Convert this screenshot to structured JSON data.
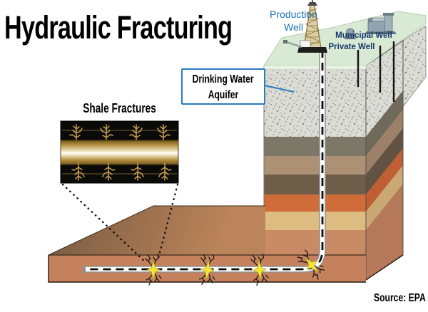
{
  "title": "Hydraulic Fracturing",
  "labels": {
    "production_well": "Production Well",
    "municipal_well": "Municipal Well",
    "private_well": "Private Well",
    "aquifer_line1": "Drinking Water",
    "aquifer_line2": "Aquifer",
    "shale_fractures": "Shale Fractures",
    "source": "Source: EPA"
  },
  "icons": {
    "derrick": "drilling-derrick-icon",
    "municipal": "municipal-pump-station-icon",
    "private": "private-well-pump-icon",
    "burst": "fracture-burst-icon",
    "fracture_tree": "fracture-crack-icon"
  },
  "colors": {
    "label_blue": "#1C6FB8",
    "label_navy": "#17376B",
    "box_border_blue": "#2B7BBD",
    "surface_green": "#D8E9D4",
    "surface_green_rim": "#EAF4E6",
    "aquifer_gray": "#DCDCD7",
    "layer_olive": "#7D7767",
    "layer_tan": "#AC9174",
    "layer_brown": "#6E5E49",
    "layer_orange": "#CF6C3A",
    "layer_gold": "#DDBC81",
    "shale_salmon": "#C98A66",
    "shale_salmon_side": "#B5795A",
    "slab_front": "#C5815C",
    "fracture_yellow": "#F2E636",
    "inset_gold": "#C89F55",
    "well_casing": "#FFFFFF"
  }
}
